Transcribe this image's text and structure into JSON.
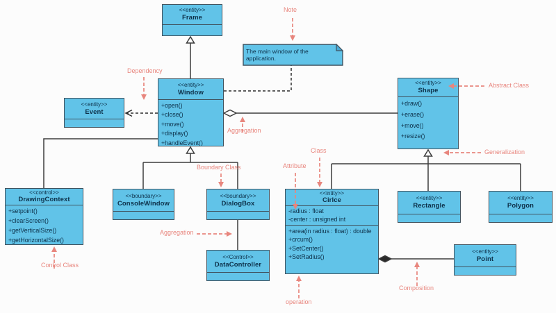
{
  "classes": {
    "frame": {
      "stereotype": "<<entity>>",
      "name": "Frame"
    },
    "window": {
      "stereotype": "<<entity>>",
      "name": "Window",
      "methods": [
        "+open()",
        "+close()",
        "+move()",
        "+display()",
        "+handleEvent()"
      ]
    },
    "event": {
      "stereotype": "<<entity>>",
      "name": "Event"
    },
    "shape": {
      "stereotype": "<<entity>>",
      "name": "Shape",
      "methods": [
        "+draw()",
        "+erase()",
        "+move()",
        "+resize()"
      ]
    },
    "drawing_context": {
      "stereotype": "<<control>>",
      "name": "DrawingContext",
      "methods": [
        "+setpoint()",
        "+clearScreen()",
        "+getVerticalSize()",
        "+getHorizontalSize()"
      ]
    },
    "console_window": {
      "stereotype": "<<boundary>>",
      "name": "ConsoleWindow"
    },
    "dialog_box": {
      "stereotype": "<<boundary>>",
      "name": "DialogBox"
    },
    "data_controller": {
      "stereotype": "<<Control>>",
      "name": "DataController"
    },
    "circle": {
      "stereotype": "<<intity>>",
      "name": "Cirlce",
      "attributes": [
        "-radius : float",
        "-center : unsigned int"
      ],
      "methods": [
        "+area(in radius : float) : double",
        "+crcum()",
        "+SetCenter()",
        "+SetRadius()"
      ]
    },
    "rectangle": {
      "stereotype": "<<entity>>",
      "name": "Rectangle"
    },
    "polygon": {
      "stereotype": "<<entity>>",
      "name": "Polygon"
    },
    "point": {
      "stereotype": "<<entity>>",
      "name": "Point"
    }
  },
  "note": {
    "text": "The main window of the application."
  },
  "annotations": {
    "note": "Note",
    "dependency": "Dependency",
    "aggregation_window": "Aggregation",
    "abstract_class": "Abstract Class",
    "generalization": "Generalization",
    "class_label": "Class",
    "attribute": "Attribute",
    "boundary_class": "Boundary Class",
    "aggregation_dialog": "Aggregation",
    "control_class": "Control Class",
    "operation": "operation",
    "composition": "Composition"
  },
  "colors": {
    "class_fill": "#61c3e8",
    "class_border": "#40525e",
    "connector": "#3d3d3d",
    "annotation": "#e8867e",
    "text": "#0d3049"
  }
}
